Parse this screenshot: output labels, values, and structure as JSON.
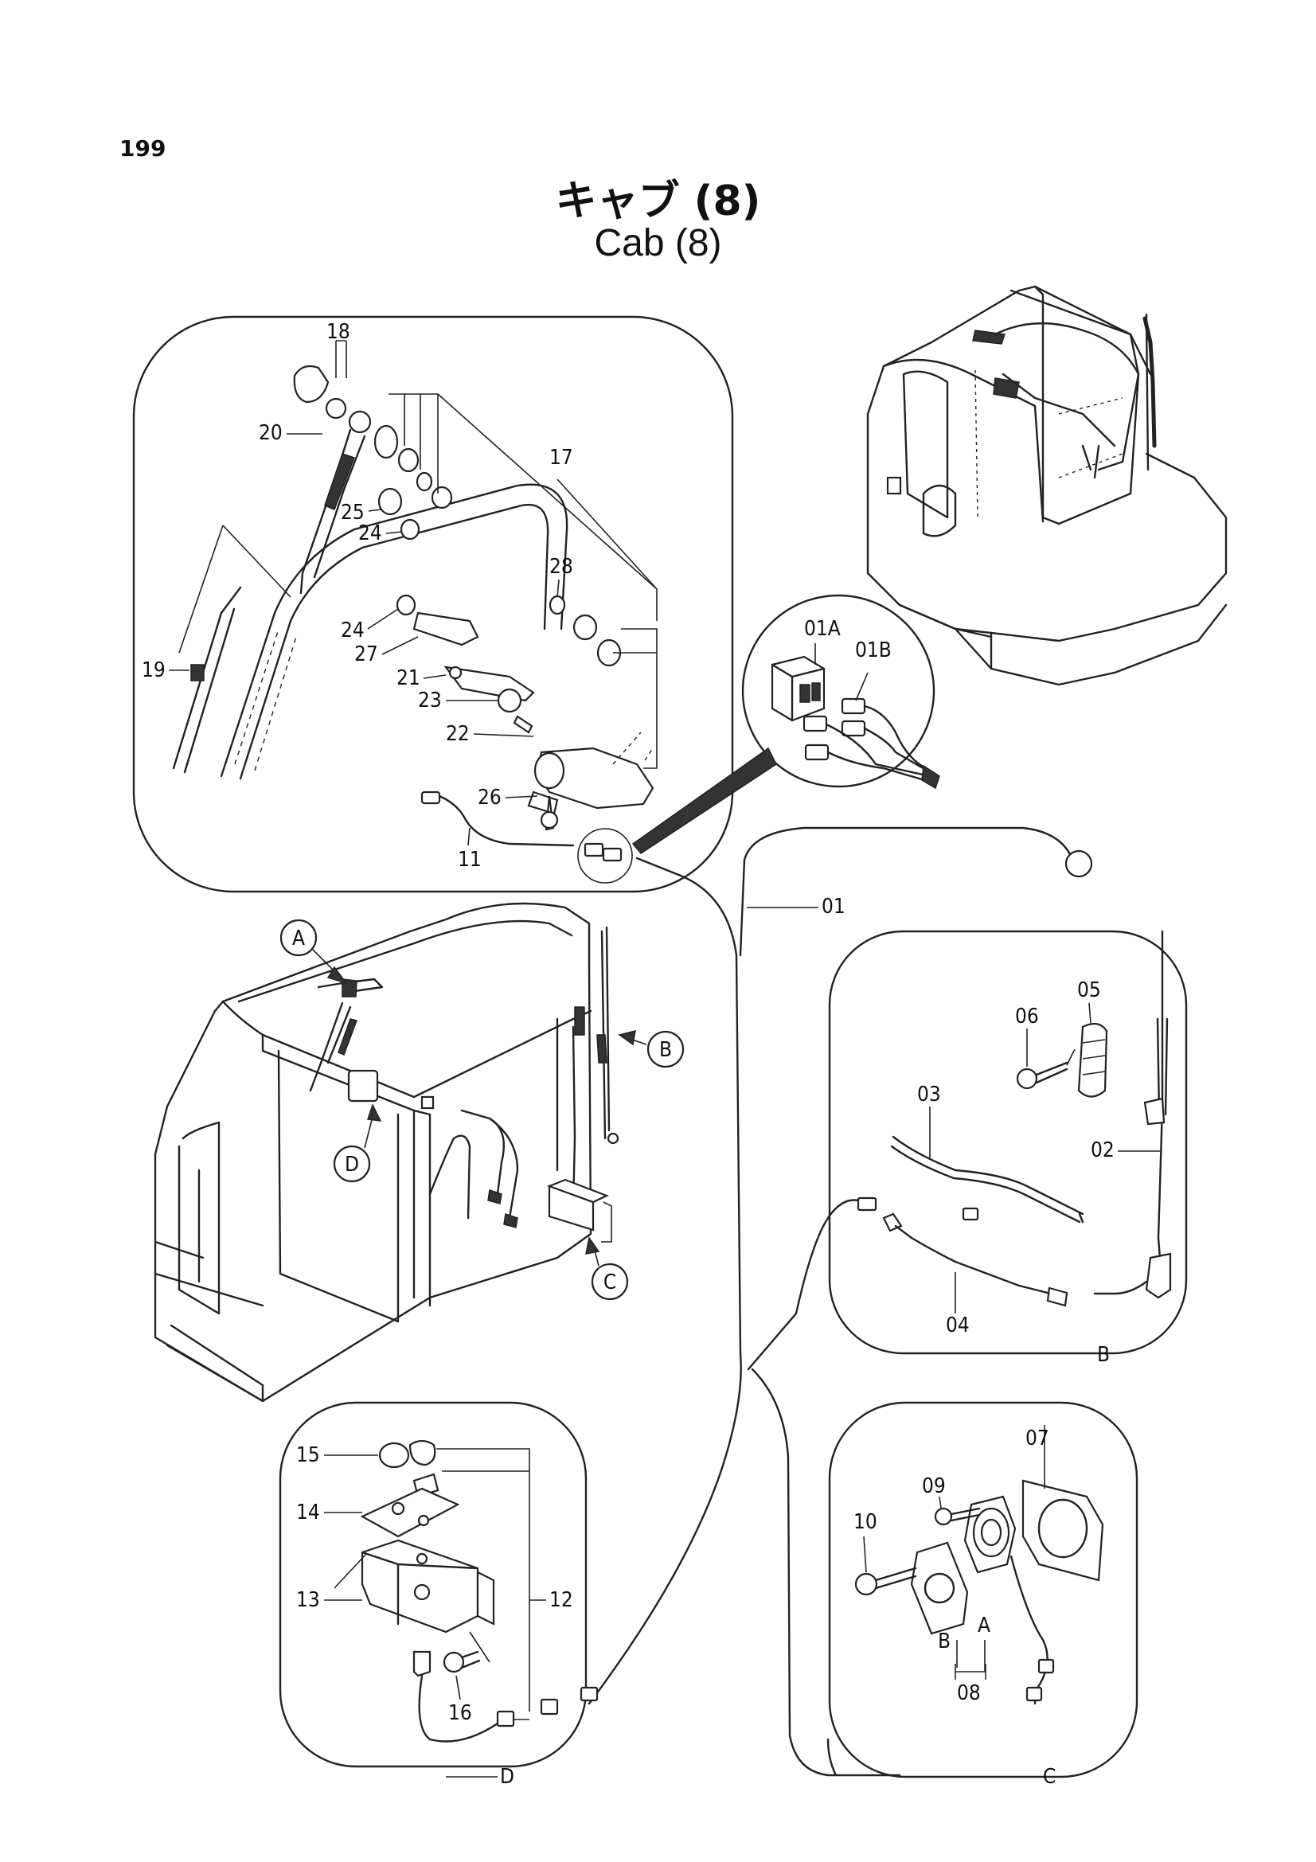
{
  "header": {
    "page_number": "199",
    "title_jp": "キャブ (8)",
    "title_en": "Cab (8)"
  },
  "part_labels": {
    "p01": "01",
    "p01A": "01A",
    "p01B": "01B",
    "p02": "02",
    "p03": "03",
    "p04": "04",
    "p05": "05",
    "p06": "06",
    "p07": "07",
    "p08": "08",
    "p09": "09",
    "p10": "10",
    "p11": "11",
    "p12": "12",
    "p13": "13",
    "p14": "14",
    "p15": "15",
    "p16": "16",
    "p17": "17",
    "p18": "18",
    "p19": "19",
    "p20": "20",
    "p21": "21",
    "p22": "22",
    "p23": "23",
    "p24a": "24",
    "p24b": "24",
    "p25": "25",
    "p26": "26",
    "p27": "27",
    "p28": "28"
  },
  "callouts": {
    "A": "A",
    "B": "B",
    "C": "C",
    "D": "D"
  },
  "connector_marks": {
    "a": "A",
    "b": "B"
  },
  "panel_refs": {
    "b": "B",
    "c": "C",
    "d": "D"
  }
}
